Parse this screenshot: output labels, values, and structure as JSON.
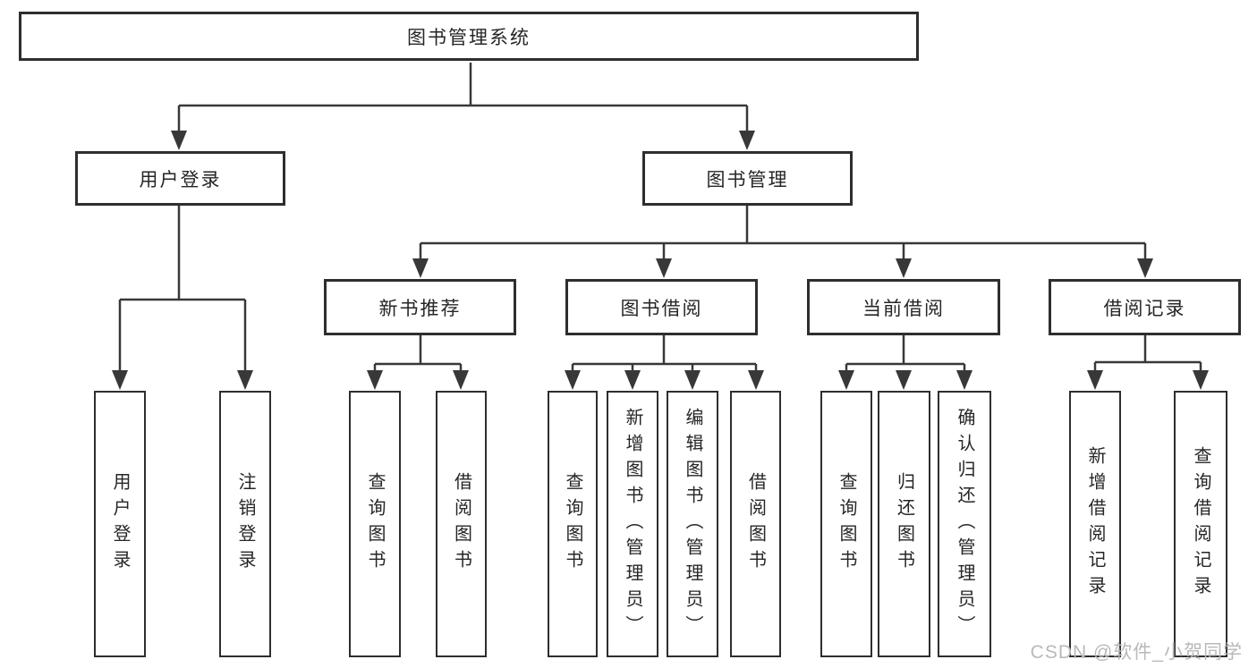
{
  "diagram": {
    "type": "hierarchy-diagram",
    "root": {
      "label": "图书管理系统",
      "children": [
        {
          "label": "用户登录",
          "children": [
            {
              "label": "用户登录"
            },
            {
              "label": "注销登录"
            }
          ]
        },
        {
          "label": "图书管理",
          "children": [
            {
              "label": "新书推荐",
              "children": [
                {
                  "label": "查询图书"
                },
                {
                  "label": "借阅图书"
                }
              ]
            },
            {
              "label": "图书借阅",
              "children": [
                {
                  "label": "查询图书"
                },
                {
                  "label": "新增图书（管理员）"
                },
                {
                  "label": "编辑图书（管理员）"
                },
                {
                  "label": "借阅图书"
                }
              ]
            },
            {
              "label": "当前借阅",
              "children": [
                {
                  "label": "查询图书"
                },
                {
                  "label": "归还图书"
                },
                {
                  "label": "确认归还（管理员）"
                }
              ]
            },
            {
              "label": "借阅记录",
              "children": [
                {
                  "label": "新增借阅记录"
                },
                {
                  "label": "查询借阅记录"
                }
              ]
            }
          ]
        }
      ]
    },
    "watermark": {
      "text": "CSDN @软件_小贺同学"
    },
    "colors": {
      "background": "#ffffff",
      "border": "#2e2e2e",
      "line": "#383838",
      "text": "#262626",
      "watermark": "#b9b9b9"
    }
  }
}
